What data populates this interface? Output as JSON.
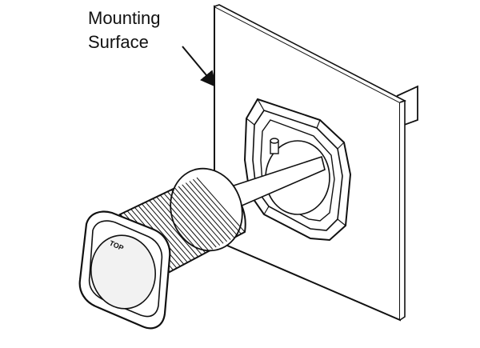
{
  "callout": {
    "line1": "Mounting",
    "line2": "Surface"
  },
  "knob_marking": "TOP",
  "colors": {
    "ink": "#111111",
    "paper": "#ffffff",
    "light_gray": "#f2f2f2"
  }
}
